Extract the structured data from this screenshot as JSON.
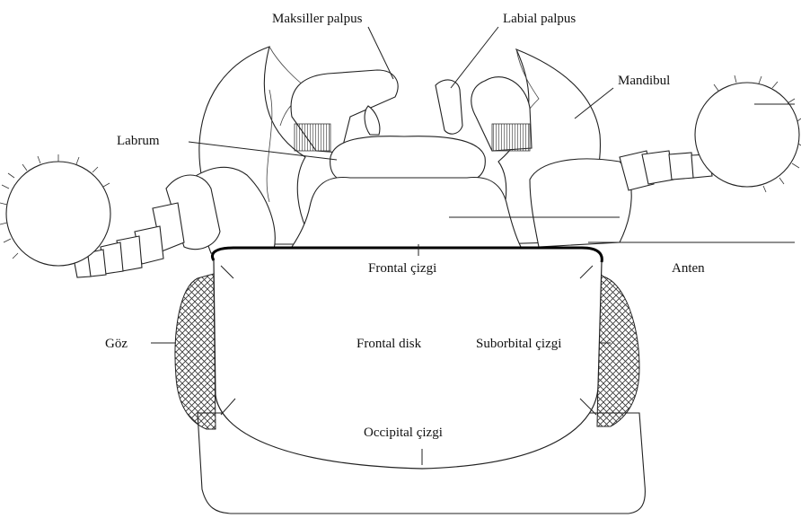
{
  "labels": {
    "maxillary_palp": "Maksiller palpus",
    "labial_palp": "Labial palpus",
    "mandible": "Mandibul",
    "labrum": "Labrum",
    "antenna": "Anten",
    "frontal_line": "Frontal çizgi",
    "frontal_disk": "Frontal disk",
    "suborbital_line": "Suborbital çizgi",
    "eye": "Göz",
    "occipital_line": "Occipital çizgi"
  }
}
